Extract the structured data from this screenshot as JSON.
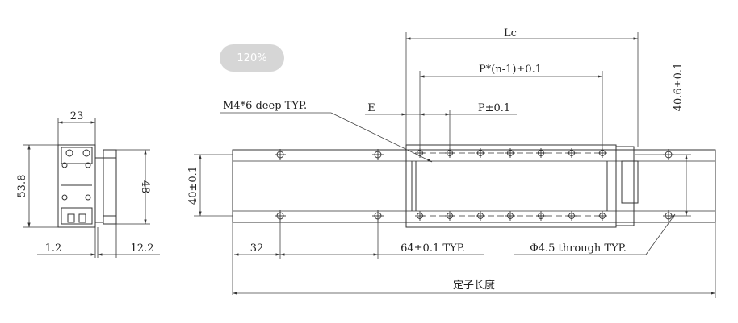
{
  "zoom_badge": {
    "label": "120%"
  },
  "end_view": {
    "width_label": "23",
    "height_label": "53.8",
    "side_height_label": "48",
    "left_offset_label": "1.2",
    "right_offset_label": "12.2"
  },
  "top_view": {
    "lc_label": "Lc",
    "pitch_total_label": "P*(n-1)±0.1",
    "pitch_label": "P±0.1",
    "e_label": "E",
    "tap_label": "M4*6 deep TYP.",
    "height_label": "40±0.1",
    "right_height_label": "40.6±0.1",
    "left_offset_label": "32",
    "mount_pitch_label": "64±0.1 TYP.",
    "hole_label": "Φ4.5 through TYP.",
    "length_label": "定子长度"
  },
  "colors": {
    "line": "#333333",
    "dim": "#444444",
    "badge": "#d6d6d6"
  }
}
